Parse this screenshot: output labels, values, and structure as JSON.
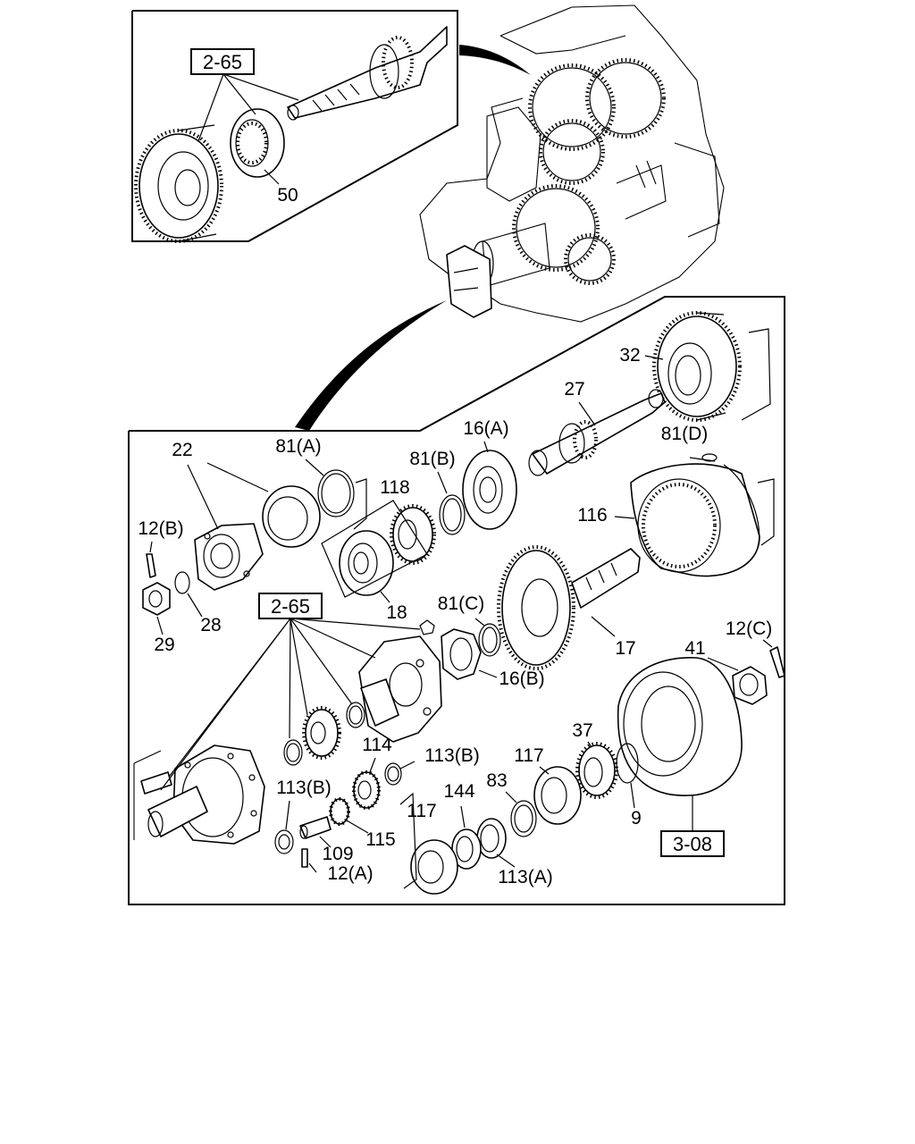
{
  "diagram": {
    "refs": {
      "ref_top": "2-65",
      "ref_mid": "2-65",
      "ref_bottom": "3-08"
    },
    "labels": {
      "p50": "50",
      "p32": "32",
      "p27": "27",
      "p22": "22",
      "p81a": "81(A)",
      "p81b": "81(B)",
      "p16a": "16(A)",
      "p81d": "81(D)",
      "p118": "118",
      "p12b": "12(B)",
      "p116": "116",
      "p18": "18",
      "p28": "28",
      "p29": "29",
      "p81c": "81(C)",
      "p17": "17",
      "p12c": "12(C)",
      "p16b": "16(B)",
      "p41": "41",
      "p114": "114",
      "p113b_r": "113(B)",
      "p117_r": "117",
      "p37": "37",
      "p113b_l": "113(B)",
      "p144": "144",
      "p83": "83",
      "p117_l": "117",
      "p109": "109",
      "p115": "115",
      "p9": "9",
      "p12a": "12(A)",
      "p113a": "113(A)"
    }
  }
}
